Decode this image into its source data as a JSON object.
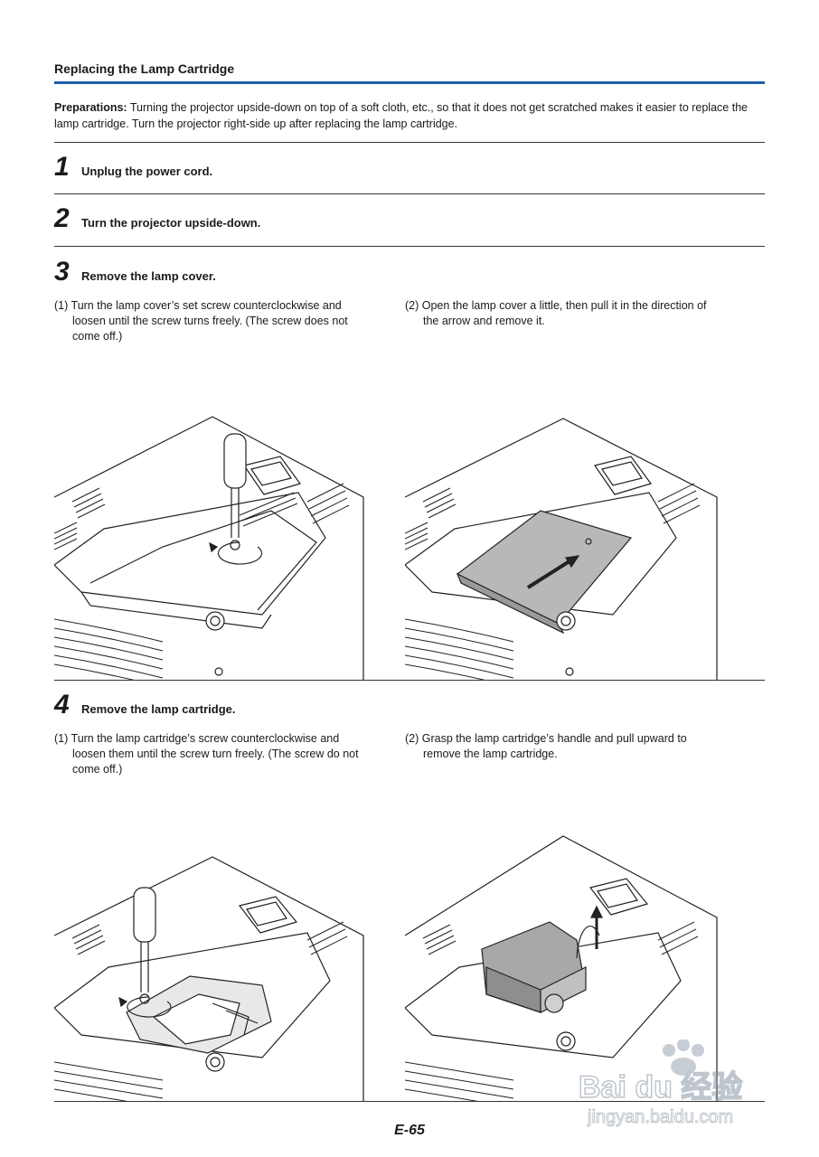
{
  "section": {
    "title": "Replacing the Lamp Cartridge"
  },
  "preparations": {
    "label": "Preparations:",
    "text": " Turning the projector upside-down on top of a soft cloth, etc., so that it does not get scratched makes it easier to replace the lamp cartridge. Turn the projector right-side up after replacing the lamp cartridge."
  },
  "steps": [
    {
      "number": "1",
      "text": "Unplug the power cord."
    },
    {
      "number": "2",
      "text": "Turn the projector upside-down."
    },
    {
      "number": "3",
      "text": "Remove the lamp cover.",
      "substeps": [
        "(1) Turn the lamp cover’s set screw counterclockwise and loosen until the screw turns freely. (The screw does not come off.)",
        "(2) Open the lamp cover a little, then pull it in the direction of the arrow and remove it."
      ]
    },
    {
      "number": "4",
      "text": "Remove the lamp cartridge.",
      "substeps": [
        "(1) Turn the lamp cartridge’s screw counterclockwise and loosen them until the screw turn freely. (The screw do not come off.)",
        "(2) Grasp the lamp cartridge’s handle and pull upward to remove the lamp cartridge."
      ]
    }
  ],
  "page_number": "E-65",
  "watermark": {
    "logo_text": "Baidu经验",
    "url_text": "jingyan.baidu.com"
  },
  "colors": {
    "accent_rule": "#1f5fa8",
    "cover_fill": "#b8b8b8",
    "line": "#222222"
  }
}
